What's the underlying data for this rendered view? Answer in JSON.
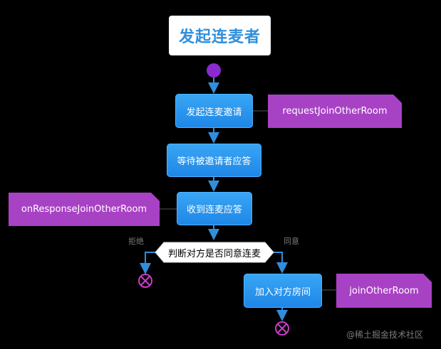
{
  "title": "发起连麦者",
  "steps": {
    "request": "发起连麦邀请",
    "wait": "等待被邀请者应答",
    "receive": "收到连麦应答",
    "join": "加入对方房间"
  },
  "decision": "判断对方是否同意连麦",
  "branches": {
    "reject": "拒绝",
    "agree": "同意"
  },
  "notes": {
    "request": "requestJoinOtherRoom",
    "response": "onResponseJoinOtherRoom",
    "join": "joinOtherRoom"
  },
  "watermark": "@稀土掘金技术社区",
  "colors": {
    "flow": "#2f8fdc",
    "note": "#a842c4",
    "start_node": "#8a2bd0",
    "end_node": "#c83cc8"
  }
}
